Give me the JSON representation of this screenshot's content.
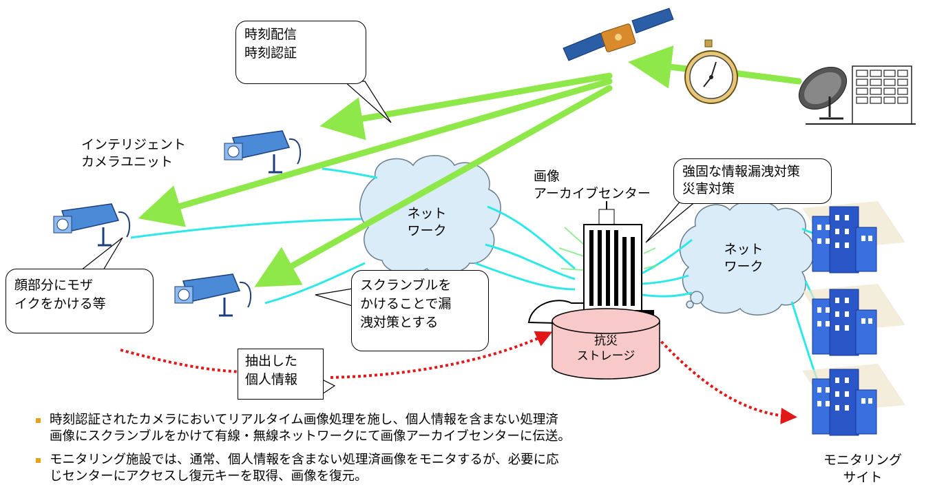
{
  "labels": {
    "camera_unit": "インテリジェント\nカメラユニット",
    "archive_center": "画像\nアーカイブセンター",
    "network_left": "ネット\nワーク",
    "network_right": "ネット\nワーク",
    "storage": "抗災\nストレージ",
    "monitoring_site": "モニタリング\nサイト"
  },
  "callouts": {
    "time_service": "時刻配信\n時刻認証",
    "security": "強固な情報漏洩対策\n災害対策",
    "mosaic": "顔部分にモザ\nイクをかける等",
    "scramble": "スクランブルを\nかけることで漏\n洩対策とする",
    "extracted": "抽出した\n個人情報"
  },
  "bullets": [
    "時刻認証されたカメラにおいてリアルタイム画像処理を施し、個人情報を含まない処理済\n画像にスクランブルをかけて有線・無線ネットワークにて画像アーカイブセンターに伝送。",
    "モニタリング施設では、通常、個人情報を含まない処理済画像をモニタするが、必要に応\nじセンターにアクセスし復元キーを取得、画像を復元。"
  ],
  "colors": {
    "green_arrow": "#8ee84a",
    "cyan_line": "#2de8e8",
    "red_dotted": "#e01818",
    "cloud_fill": "#d9ecf7",
    "storage_fill": "#f7c9c9",
    "bullet_orange": "#e8a21a",
    "building_blue": "#3a6fe0"
  },
  "icons": [
    "satellite-icon",
    "stopwatch-icon",
    "antenna-station-icon",
    "camera-icon",
    "building-icon",
    "cloud-icon",
    "storage-cylinder-icon"
  ]
}
